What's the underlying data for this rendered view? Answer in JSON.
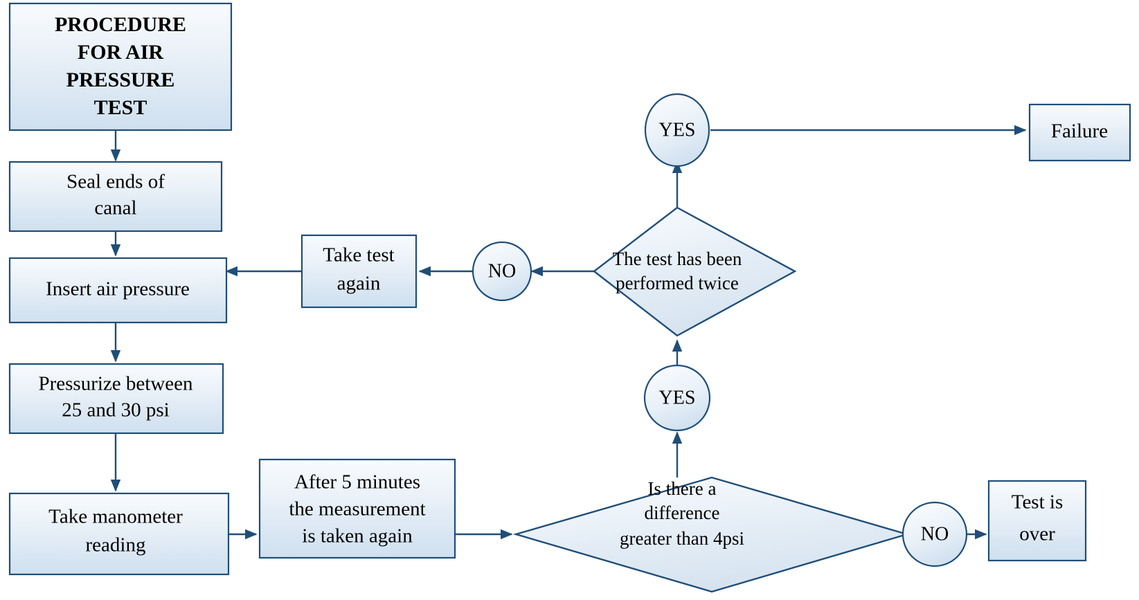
{
  "diagram": {
    "title": "PROCEDURE FOR AIR PRESSURE TEST",
    "type": "flowchart",
    "colors": {
      "shape_border": "#1f4e79",
      "shape_fill_top": "#f8fbfd",
      "shape_fill_bottom": "#cfe0ef",
      "connector": "#1f4e79",
      "text": "#000000",
      "background": "#ffffff"
    }
  },
  "nodes": {
    "title_box": {
      "shape": "rectangle",
      "lines": [
        "PROCEDURE",
        "FOR AIR",
        "PRESSURE",
        "TEST"
      ]
    },
    "seal_ends": {
      "shape": "rectangle",
      "lines": [
        "Seal ends of",
        "canal"
      ]
    },
    "insert_air": {
      "shape": "rectangle",
      "lines": [
        "Insert air pressure"
      ]
    },
    "pressurize": {
      "shape": "rectangle",
      "lines": [
        "Pressurize between",
        "25 and 30 psi"
      ]
    },
    "manometer": {
      "shape": "rectangle",
      "lines": [
        "Take manometer",
        "reading"
      ]
    },
    "after_five": {
      "shape": "rectangle",
      "lines": [
        "After 5 minutes",
        "the measurement",
        "is taken again"
      ]
    },
    "difference_decision": {
      "shape": "diamond",
      "lines": [
        "Is there a",
        "difference",
        "greater than 4psi"
      ]
    },
    "twice_decision": {
      "shape": "diamond",
      "lines": [
        "The test has been",
        "performed twice"
      ]
    },
    "take_test_again": {
      "shape": "rectangle",
      "lines": [
        "Take test",
        "again"
      ]
    },
    "failure": {
      "shape": "rectangle",
      "lines": [
        "Failure"
      ]
    },
    "test_is_over": {
      "shape": "rectangle",
      "lines": [
        "Test is",
        "over"
      ]
    },
    "yes_top": {
      "shape": "ellipse",
      "lines": [
        "YES"
      ]
    },
    "yes_middle": {
      "shape": "circle",
      "lines": [
        "YES"
      ]
    },
    "no_middle": {
      "shape": "circle",
      "lines": [
        "NO"
      ]
    },
    "no_bottom": {
      "shape": "circle",
      "lines": [
        "NO"
      ]
    }
  },
  "edges": [
    {
      "from": "title_box",
      "to": "seal_ends",
      "label": ""
    },
    {
      "from": "seal_ends",
      "to": "insert_air",
      "label": ""
    },
    {
      "from": "insert_air",
      "to": "pressurize",
      "label": ""
    },
    {
      "from": "pressurize",
      "to": "manometer",
      "label": ""
    },
    {
      "from": "manometer",
      "to": "after_five",
      "label": ""
    },
    {
      "from": "after_five",
      "to": "difference_decision",
      "label": ""
    },
    {
      "from": "difference_decision",
      "to": "no_bottom",
      "label": "NO"
    },
    {
      "from": "no_bottom",
      "to": "test_is_over",
      "label": ""
    },
    {
      "from": "difference_decision",
      "to": "yes_middle",
      "label": "YES"
    },
    {
      "from": "yes_middle",
      "to": "twice_decision",
      "label": ""
    },
    {
      "from": "twice_decision",
      "to": "no_middle",
      "label": "NO"
    },
    {
      "from": "no_middle",
      "to": "take_test_again",
      "label": ""
    },
    {
      "from": "take_test_again",
      "to": "insert_air",
      "label": ""
    },
    {
      "from": "twice_decision",
      "to": "yes_top",
      "label": "YES"
    },
    {
      "from": "yes_top",
      "to": "failure",
      "label": ""
    }
  ]
}
